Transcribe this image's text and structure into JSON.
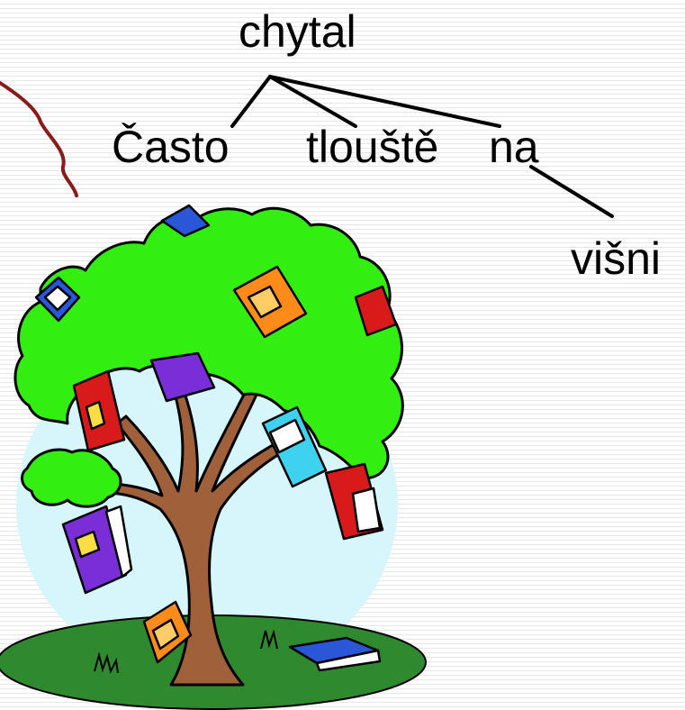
{
  "tree": {
    "root": "chytal",
    "children": [
      {
        "word": "Často"
      },
      {
        "word": "tlouště"
      },
      {
        "word": "na",
        "children": [
          {
            "word": "višni"
          }
        ]
      }
    ]
  },
  "colors": {
    "text": "#000000",
    "lines": "#000000",
    "vine": "#8b1a1a",
    "foliage": "#33ee11",
    "trunk": "#a0603a",
    "grass": "#2f8a2f",
    "sky_disc": "#d6f6fb"
  },
  "illustration": {
    "subject": "tree-with-books-clipart"
  }
}
